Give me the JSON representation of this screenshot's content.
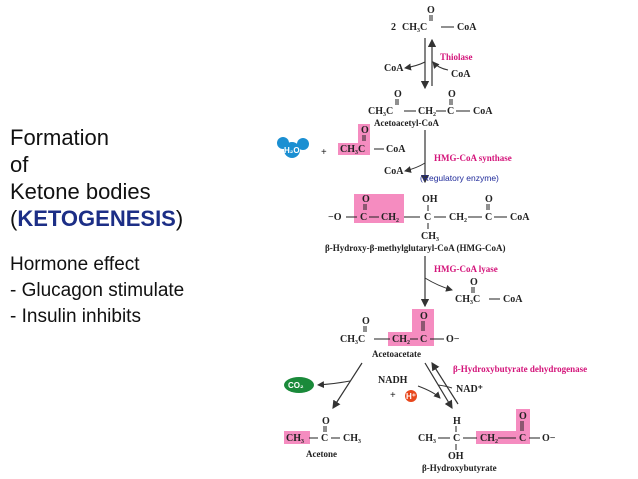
{
  "slide": {
    "title_lines": [
      "Formation",
      "of",
      "Ketone bodies"
    ],
    "keyword_open": "(",
    "keyword": "KETOGENESIS",
    "keyword_close": ")",
    "hormone_heading": "Hormone effect",
    "hormone_lines": [
      "- Glucagon stimulate",
      "- Insulin inhibits"
    ]
  },
  "pathway": {
    "start": {
      "coef": "2",
      "formula": "CH₃C",
      "coa": "CoA",
      "carbonyl": "O"
    },
    "thiolase": {
      "enzyme": "Thiolase",
      "coa_out": "CoA",
      "coa_in": "CoA"
    },
    "acetoacetyl_coa": {
      "left": "CH₃C",
      "middle": "CH₂",
      "right": "C",
      "coa": "CoA",
      "o1": "O",
      "o2": "O",
      "name": "Acetoacetyl-CoA"
    },
    "hmg_synthase": {
      "h2o": "H₂O",
      "plus": "+",
      "acetyl": "CH₃C",
      "coa": "CoA",
      "o": "O",
      "enzyme": "HMG-CoA synthase",
      "coa_out": "CoA",
      "note": "(Regulatory enzyme)"
    },
    "hmg_coa": {
      "o_minus": "−O",
      "c1": "C",
      "ch2a": "CH₂",
      "c_center": "C",
      "ch2b": "CH₂",
      "c3": "C",
      "coa": "CoA",
      "oh": "OH",
      "ch3": "CH₃",
      "o_left": "O",
      "o_right": "O",
      "name": "β-Hydroxy-β-methylglutaryl-CoA (HMG-CoA)"
    },
    "hmg_lyase": {
      "enzyme": "HMG-CoA lyase",
      "product": "CH₃C",
      "coa": "CoA",
      "o": "O"
    },
    "acetoacetate": {
      "left": "CH₃C",
      "middle": "CH₂",
      "right": "C",
      "o_minus": "O−",
      "o1": "O",
      "o2": "O",
      "name": "Acetoacetate"
    },
    "bhbdh": {
      "enzyme": "β-Hydroxybutyrate dehydrogenase",
      "nadh": "NADH",
      "plus": "+",
      "hplus": "H⁺",
      "nad": "NAD⁺"
    },
    "decarboxylation": {
      "co2": "CO₂"
    },
    "acetone": {
      "ch3a": "CH₃",
      "c": "C",
      "ch3b": "CH₃",
      "o": "O",
      "name": "Acetone"
    },
    "bhb": {
      "ch3": "CH₃",
      "c": "C",
      "ch2": "CH₂",
      "c2": "C",
      "o_minus": "O−",
      "h": "H",
      "oh": "OH",
      "o": "O",
      "name": "β-Hydroxybutyrate"
    }
  },
  "colors": {
    "pink": "#f58cc0",
    "enzyme": "#d4147a",
    "water": "#1b8fd2",
    "co2": "#1a8a3a",
    "proton": "#e8471c",
    "note": "#1f2a9a"
  }
}
